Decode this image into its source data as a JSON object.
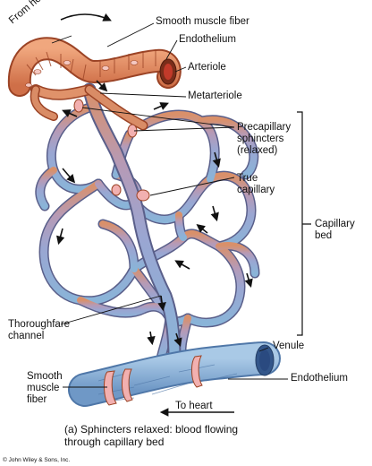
{
  "labels": {
    "from_heart": "From heart",
    "smooth_muscle_fiber_top": "Smooth muscle fiber",
    "endothelium_top": "Endothelium",
    "arteriole": "Arteriole",
    "metarteriole": "Metarteriole",
    "precapillary_sphincters": "Precapillary\nsphincters\n(relaxed)",
    "true_capillary": "True\ncapillary",
    "capillary_bed": "Capillary\nbed",
    "thoroughfare_channel": "Thoroughfare\nchannel",
    "venule": "Venule",
    "smooth_muscle_fiber_bottom": "Smooth\nmuscle\nfiber",
    "endothelium_bottom": "Endothelium",
    "to_heart": "To heart"
  },
  "caption": "(a) Sphincters relaxed: blood flowing\n      through capillary bed",
  "copyright": "© John Wiley & Sons, Inc.",
  "colors": {
    "arterial": "#e08a5e",
    "arterial_dark": "#b8532f",
    "capillary_mid": "#9aa0cc",
    "venous": "#8ab2d6",
    "venous_dark": "#4f77a8",
    "sphincter": "#f2b0b0"
  }
}
